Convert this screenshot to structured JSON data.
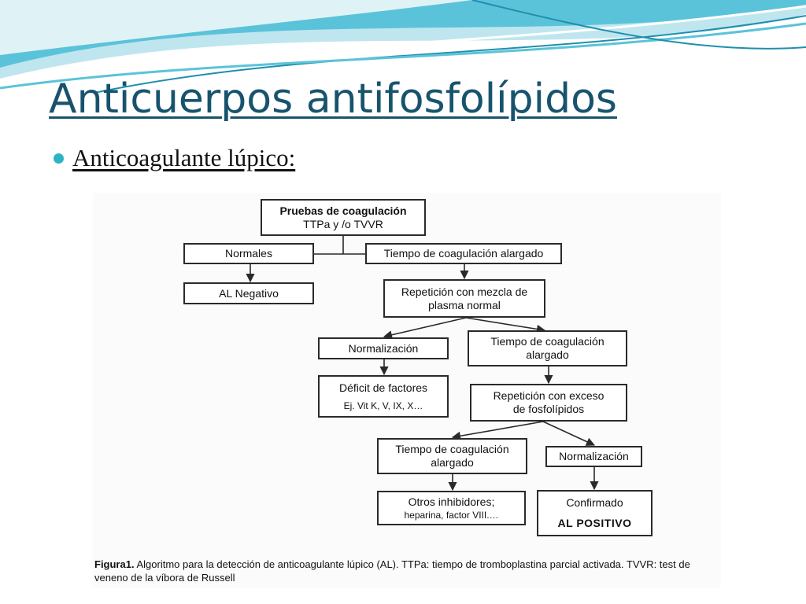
{
  "slide": {
    "title": "Anticuerpos antifosfolípidos",
    "bullet": "Anticoagulante lúpico:"
  },
  "diagram": {
    "nodes": {
      "coag_tests": {
        "line1": "Pruebas de coagulación",
        "line2": "TTPa y /o TVVR"
      },
      "normales": {
        "text": "Normales"
      },
      "al_negativo": {
        "text": "AL Negativo"
      },
      "tiempo_alargado_1": {
        "text": "Tiempo de coagulación alargado"
      },
      "repeticion_mezcla": {
        "line1": "Repetición con mezcla de",
        "line2": "plasma normal"
      },
      "normalizacion_1": {
        "text": "Normalización"
      },
      "deficit_factores": {
        "line1": "Déficit de factores",
        "line2": "Ej. Vit K, V, IX, X…"
      },
      "tiempo_alargado_2": {
        "line1": "Tiempo de coagulación",
        "line2": "alargado"
      },
      "repeticion_exceso": {
        "line1": "Repetición con exceso",
        "line2": "de fosfolípidos"
      },
      "tiempo_alargado_3": {
        "line1": "Tiempo de coagulación",
        "line2": "alargado"
      },
      "normalizacion_2": {
        "text": "Normalización"
      },
      "otros_inhibidores": {
        "line1": "Otros inhibidores;",
        "line2": "heparina, factor VIII.…"
      },
      "confirmado": {
        "line1": "Confirmado",
        "line2": "AL POSITIVO"
      }
    },
    "edges": [
      [
        "coag_tests",
        "normales"
      ],
      [
        "coag_tests",
        "tiempo_alargado_1"
      ],
      [
        "normales",
        "al_negativo"
      ],
      [
        "tiempo_alargado_1",
        "repeticion_mezcla"
      ],
      [
        "repeticion_mezcla",
        "normalizacion_1"
      ],
      [
        "repeticion_mezcla",
        "tiempo_alargado_2"
      ],
      [
        "normalizacion_1",
        "deficit_factores"
      ],
      [
        "tiempo_alargado_2",
        "repeticion_exceso"
      ],
      [
        "repeticion_exceso",
        "tiempo_alargado_3"
      ],
      [
        "repeticion_exceso",
        "normalizacion_2"
      ],
      [
        "tiempo_alargado_3",
        "otros_inhibidores"
      ],
      [
        "normalizacion_2",
        "confirmado"
      ]
    ],
    "caption": {
      "label": "Figura1.",
      "text": " Algoritmo para la detección de anticoagulante lúpico (AL). TTPa: tiempo de tromboplastina parcial activada. TVVR: test de veneno de la víbora de Russell"
    }
  },
  "colors": {
    "title": "#17536d",
    "bullet": "#2bb3c6",
    "wave_light": "#bfe6ef",
    "wave_mid": "#5bc3d9",
    "wave_dark": "#1f8fae"
  }
}
